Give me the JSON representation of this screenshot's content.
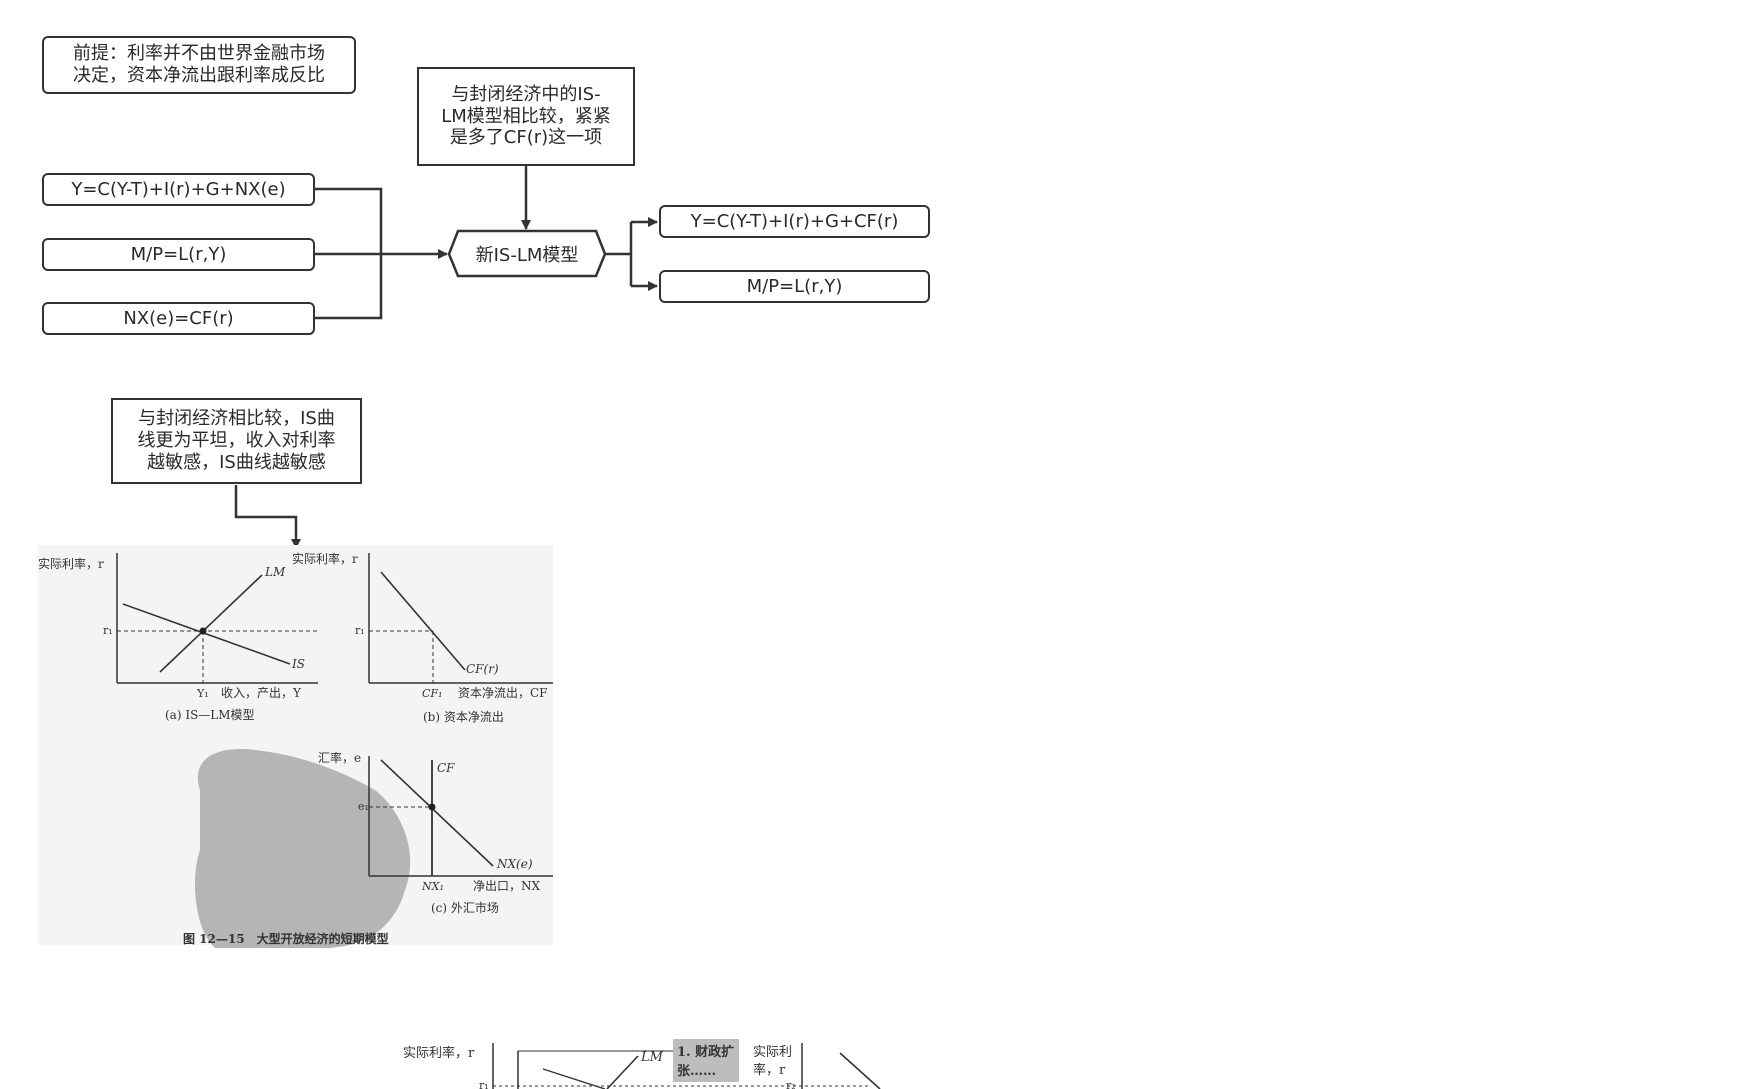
{
  "premise_note": "前提：利率并不由世界金融市场\n决定，资本净流出跟利率成反比",
  "comparison_note": "与封闭经济中的IS-\nLM模型相比较，紧紧\n是多了CF(r)这一项",
  "inputs": [
    "Y=C(Y-T)+I(r)+G+NX(e)",
    "M/P=L(r,Y)",
    "NX(e)=CF(r)"
  ],
  "center_node": "新IS-LM模型",
  "outputs": [
    "Y=C(Y-T)+I(r)+G+CF(r)",
    "M/P=L(r,Y)"
  ],
  "is_curve_note": "与封闭经济相比较，IS曲\n线更为平坦，收入对利率\n越敏感，IS曲线越敏感",
  "figure_12_15": {
    "caption": "图 12—15　大型开放经济的短期模型",
    "panel_a": {
      "ylabel": "实际利率，r",
      "xlabel": "收入，产出，Y",
      "r_tick": "r₁",
      "y_tick": "Y₁",
      "curve_lm": "LM",
      "curve_is": "IS",
      "title": "(a) IS—LM模型"
    },
    "panel_b": {
      "ylabel": "实际利率，r",
      "xlabel": "资本净流出，CF",
      "r_tick": "r₁",
      "x_tick": "CF₁",
      "curve": "CF(r)",
      "title": "(b) 资本净流出"
    },
    "panel_c": {
      "ylabel": "汇率，e",
      "xlabel": "净出口，NX",
      "e_tick": "e₁",
      "x_tick": "NX₁",
      "curve_cf": "CF",
      "curve_nx": "NX(e)",
      "title": "(c) 外汇市场"
    }
  },
  "figure_bottom": {
    "ylabel_left": "实际利率，r",
    "curve_lm": "LM",
    "r_tick": "r₁",
    "annotation": "1. 财政扩\n张……",
    "ylabel_right_line1": "实际利",
    "ylabel_right_line2": "率，r",
    "r_tick_right": "r₂"
  },
  "colors": {
    "stroke": "#333333",
    "watermark": "#a9a9a9",
    "annotation_bg": "#bdbdbd"
  }
}
